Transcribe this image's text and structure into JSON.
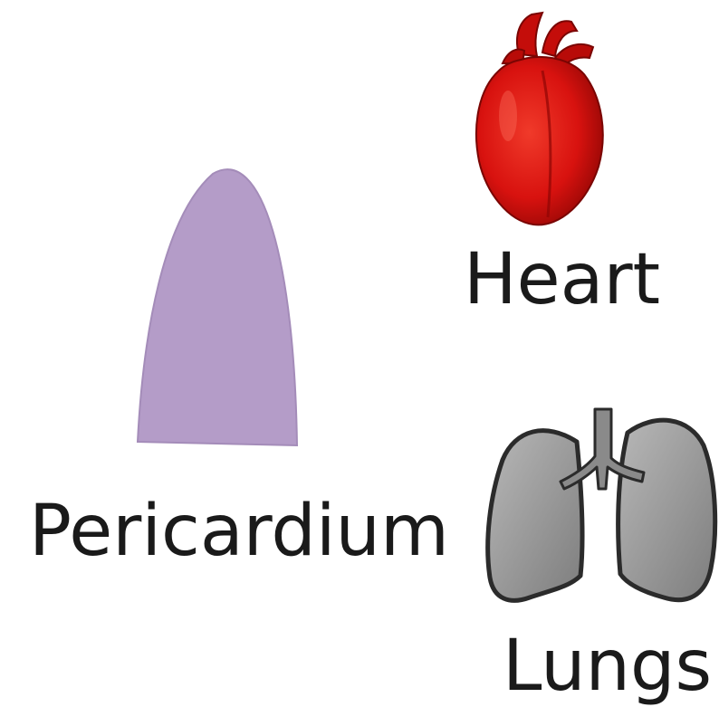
{
  "labels": {
    "heart": "Heart",
    "pericardium": "Pericardium",
    "lungs": "Lungs"
  },
  "colors": {
    "pericardium_fill": "#b49cc8",
    "heart_fill": "#d8120f",
    "heart_dark": "#8e0604",
    "lungs_fill": "#9a9a9a",
    "lungs_outline": "#2b2b2b",
    "text": "#1a1a1a"
  },
  "icons": {
    "heart": "heart-icon",
    "pericardium": "pericardium-shape",
    "lungs": "lungs-icon"
  }
}
